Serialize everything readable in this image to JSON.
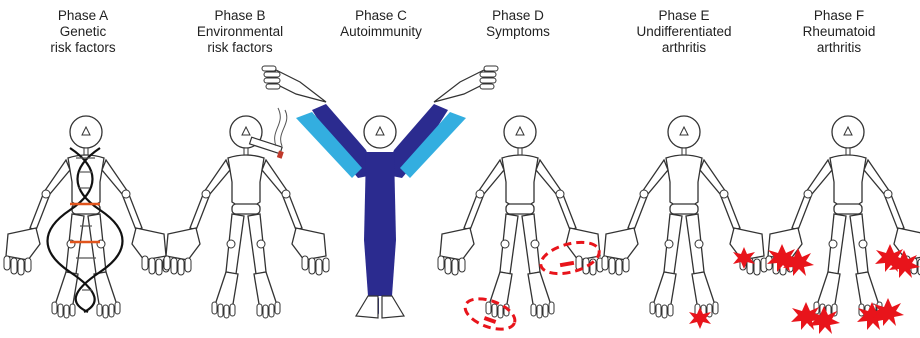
{
  "phases": [
    {
      "title": "Phase A",
      "line1": "Genetic",
      "line2": "risk factors",
      "marker": "dna-helix"
    },
    {
      "title": "Phase B",
      "line1": "Environmental",
      "line2": "risk factors",
      "marker": "cigarette"
    },
    {
      "title": "Phase C",
      "line1": "Autoimmunity",
      "line2": "",
      "marker": "antibody"
    },
    {
      "title": "Phase D",
      "line1": "Symptoms",
      "line2": "",
      "marker": "dashed-joint-outline"
    },
    {
      "title": "Phase E",
      "line1": "Undifferentiated",
      "line2": "arthritis",
      "marker": "inflamed-joint-star"
    },
    {
      "title": "Phase F",
      "line1": "Rheumatoid",
      "line2": "arthritis",
      "marker": "many-inflamed-joints"
    }
  ],
  "colors": {
    "outline": "#333333",
    "antibody_body": "#2b2b8f",
    "antibody_arm": "#33aee0",
    "dna_strand": "#111111",
    "dna_highlight": "#e0541c",
    "inflammation": "#e8141b",
    "cigarette_tip": "#c0392b"
  }
}
